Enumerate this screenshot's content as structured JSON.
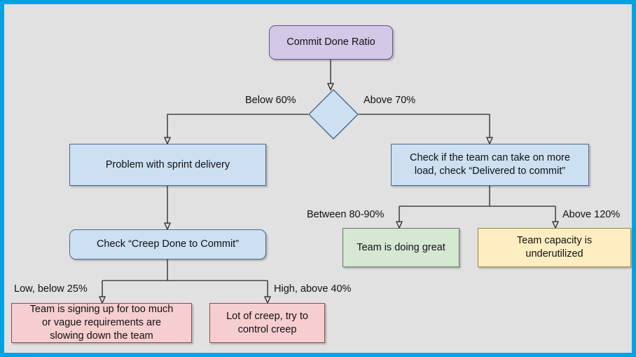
{
  "diagram": {
    "title": "Commit Done Ratio decision flowchart",
    "background_color": "#e1e1e1",
    "frame_color": "#00a2e1",
    "nodes": {
      "root": {
        "label": "Commit Done Ratio",
        "shape": "rounded-rectangle",
        "fill": "#d4c8e8",
        "stroke": "#63518a"
      },
      "decision": {
        "label": "",
        "shape": "diamond",
        "fill": "#cde0f2",
        "stroke": "#44698f"
      },
      "problem_sprint": {
        "label": "Problem with sprint delivery",
        "shape": "rectangle",
        "fill": "#cde0f2",
        "stroke": "#44698f"
      },
      "check_more_load": {
        "label": "Check if the team can take on more\nload, check “Delivered to commit”",
        "shape": "rectangle",
        "fill": "#cde0f2",
        "stroke": "#44698f"
      },
      "check_creep": {
        "label": "Check “Creep Done to Commit”",
        "shape": "rounded-rectangle",
        "fill": "#cde0f2",
        "stroke": "#44698f"
      },
      "doing_great": {
        "label": "Team is doing great",
        "shape": "rectangle",
        "fill": "#d6e8d4",
        "stroke": "#5c7a57"
      },
      "underutilized": {
        "label": "Team capacity is\nunderutilized",
        "shape": "rectangle",
        "fill": "#ffeec2",
        "stroke": "#9a8442"
      },
      "signing_up_too_much": {
        "label": "Team is signing up for too much\nor vague requirements are\nslowing down the team",
        "shape": "rectangle",
        "fill": "#f6ced0",
        "stroke": "#8a4a4a"
      },
      "lot_of_creep": {
        "label": "Lot of creep, try to\ncontrol creep",
        "shape": "rectangle",
        "fill": "#f6ced0",
        "stroke": "#8a4a4a"
      }
    },
    "edge_labels": {
      "below_60": "Below 60%",
      "above_70": "Above 70%",
      "between_80_90": "Between 80-90%",
      "above_120": "Above 120%",
      "low_below_25": "Low, below 25%",
      "high_above_40": "High, above 40%"
    }
  }
}
